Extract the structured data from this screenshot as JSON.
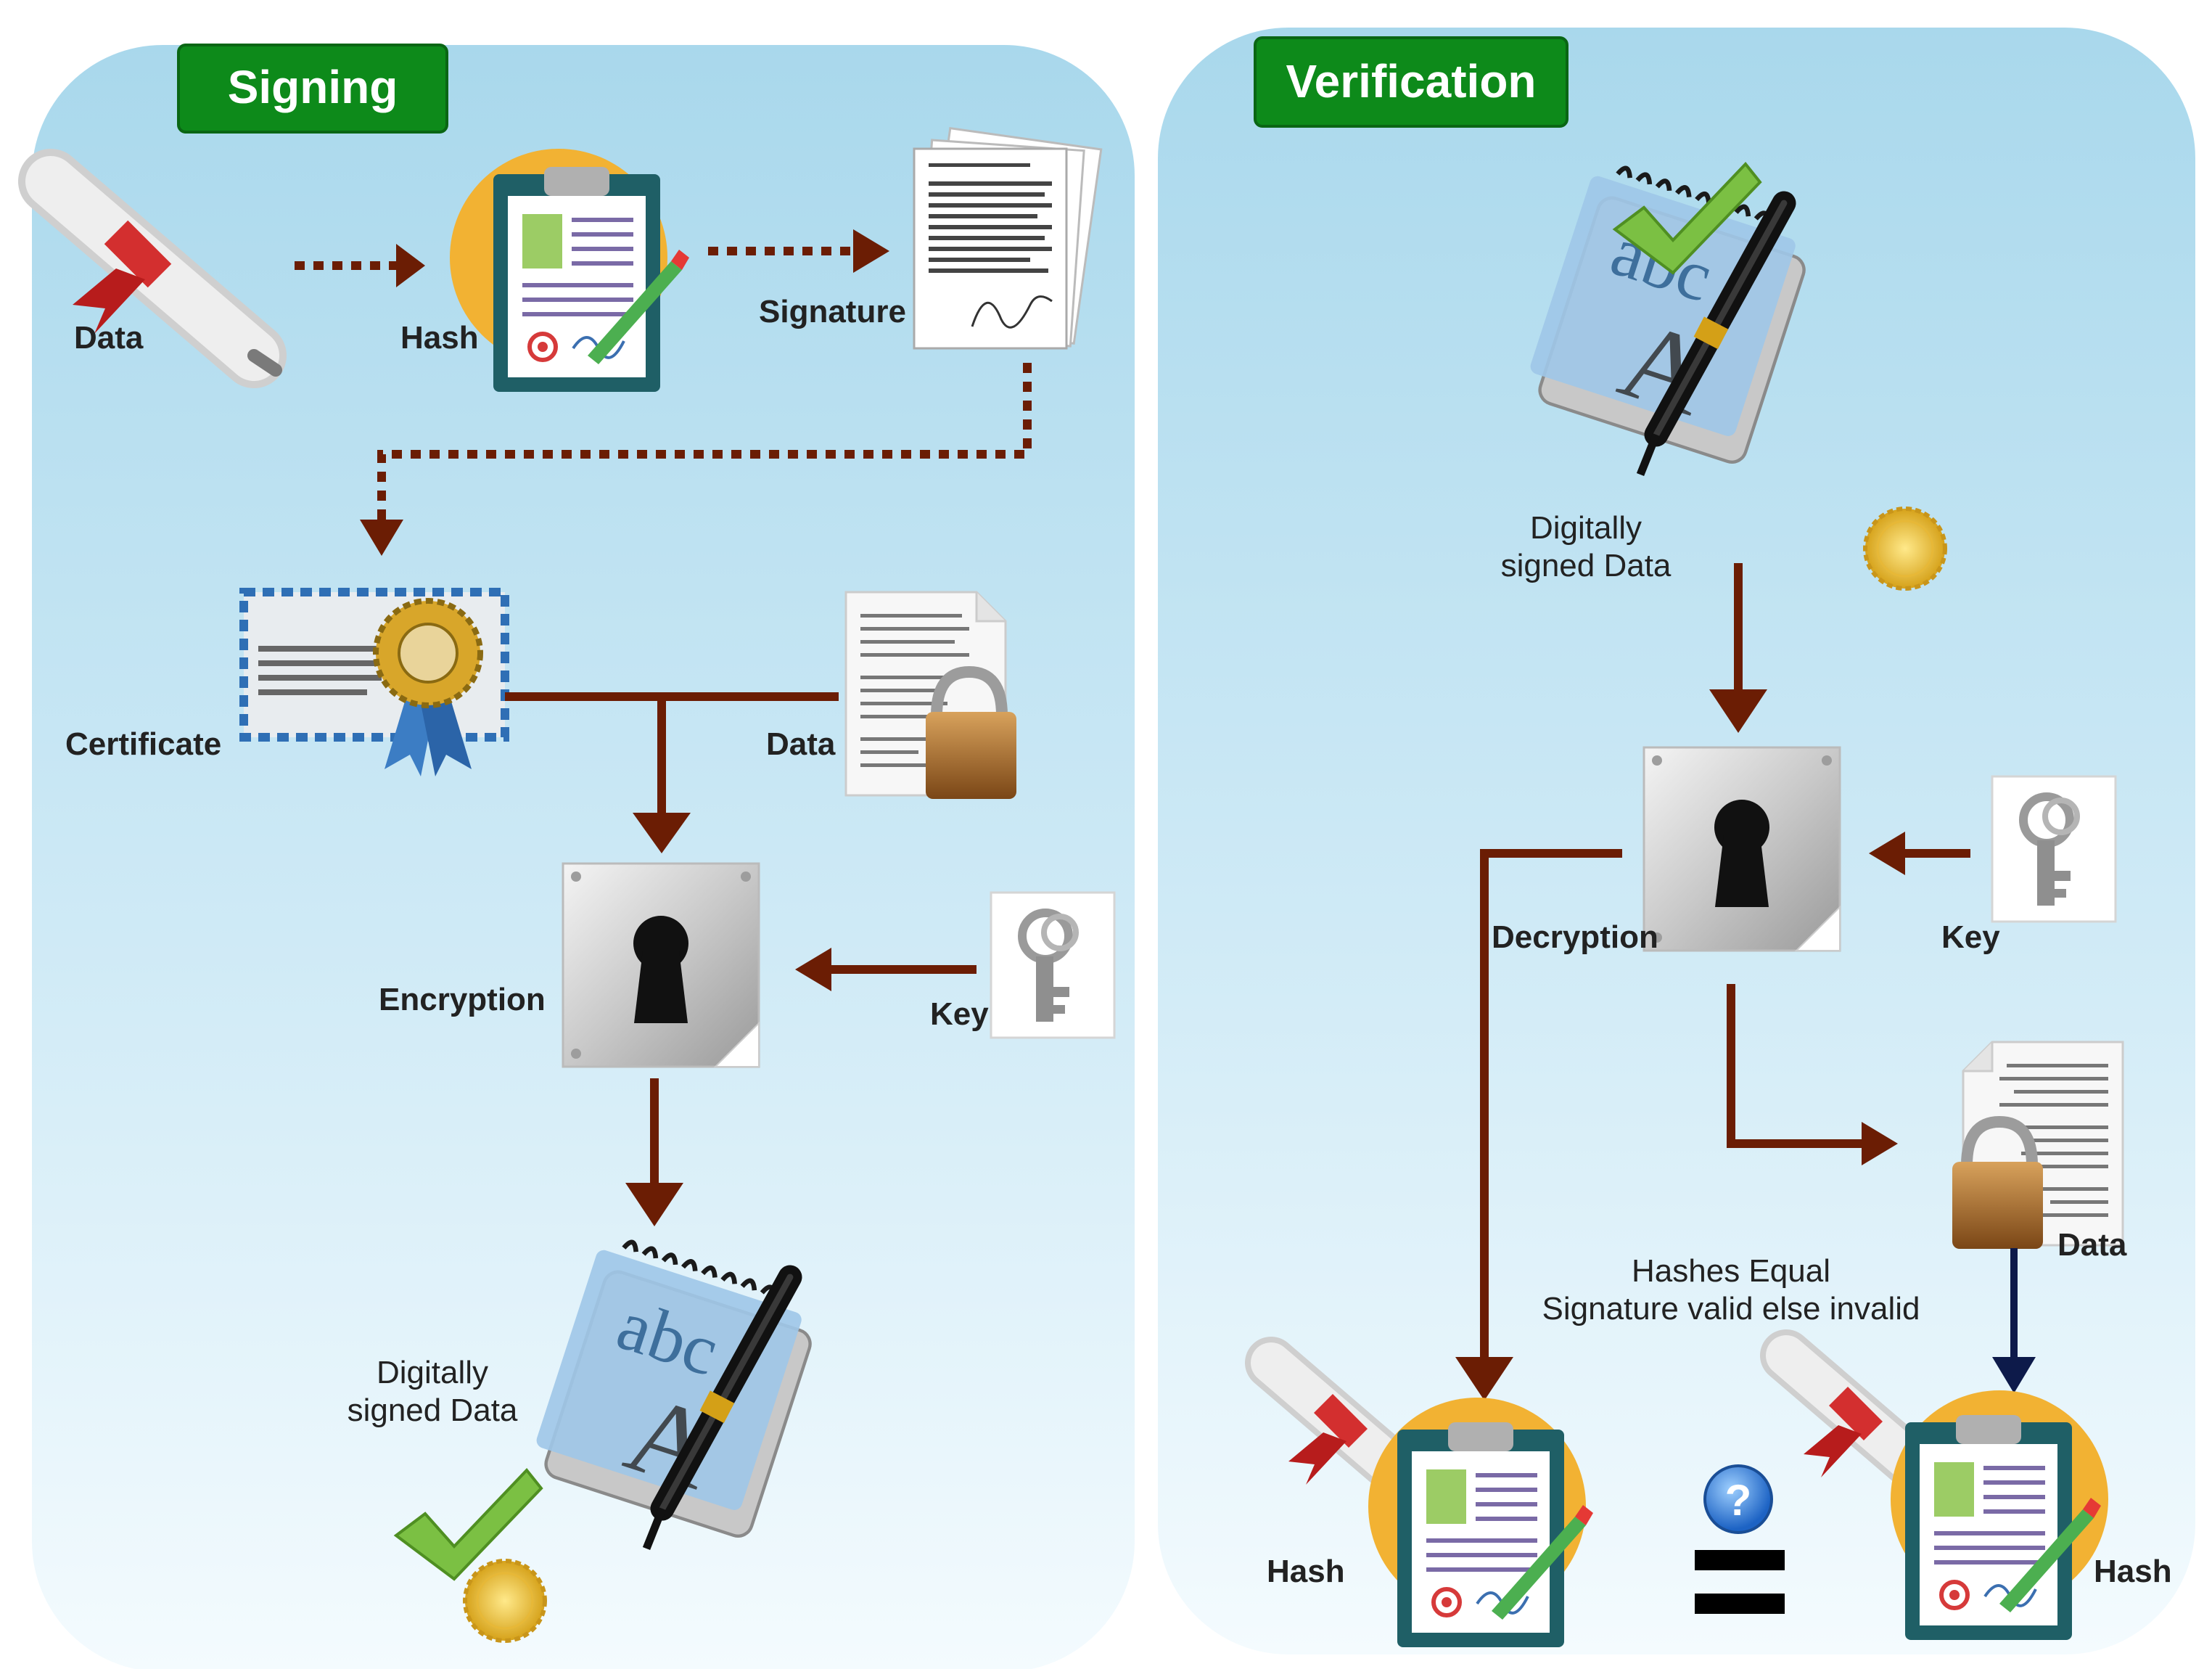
{
  "panels": {
    "signing": {
      "title": "Signing",
      "labels": {
        "data": "Data",
        "hash": "Hash",
        "signature": "Signature",
        "certificate": "Certificate",
        "data_locked": "Data",
        "encryption": "Encryption",
        "key": "Key",
        "signed_data_line1": "Digitally",
        "signed_data_line2": "signed Data"
      }
    },
    "verification": {
      "title": "Verification",
      "labels": {
        "signed_data_line1": "Digitally",
        "signed_data_line2": "signed Data",
        "decryption": "Decryption",
        "key": "Key",
        "data": "Data",
        "hashes_equal": "Hashes Equal",
        "validity": "Signature valid else invalid",
        "hash_left": "Hash",
        "hash_right": "Hash"
      }
    }
  },
  "colors": {
    "panel_top": "#a9d8ec",
    "panel_bottom": "#f4fbfe",
    "title_badge": "#0d8a1a",
    "arrow_brown": "#6b1d04",
    "arrow_navy": "#0d1a4a"
  },
  "icons": [
    "scroll-icon",
    "clipboard-icon",
    "document-icon",
    "certificate-icon",
    "padlock-icon",
    "keyhole-icon",
    "key-icon",
    "notepad-pen-icon",
    "checkmark-icon",
    "seal-icon",
    "question-icon",
    "equals-icon"
  ]
}
